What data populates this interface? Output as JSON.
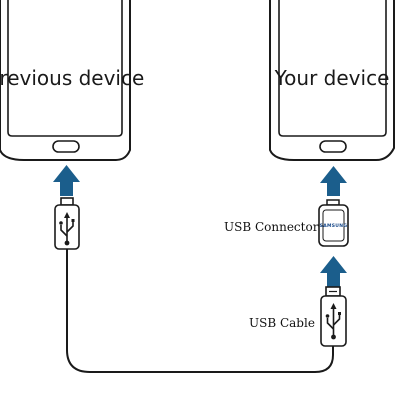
{
  "labels": {
    "previous_device": "Previous device",
    "your_device": "Your device",
    "usb_connector": "USB Connector",
    "usb_cable": "USB Cable",
    "brand": "SAMSUNG"
  },
  "icons": [
    "left-phone-icon",
    "right-phone-icon",
    "up-arrow-icon",
    "usb-symbol-icon",
    "usb-connector-adapter-icon"
  ],
  "colors": {
    "arrow": "#1b5e8c",
    "outline": "#1a1a1a"
  }
}
